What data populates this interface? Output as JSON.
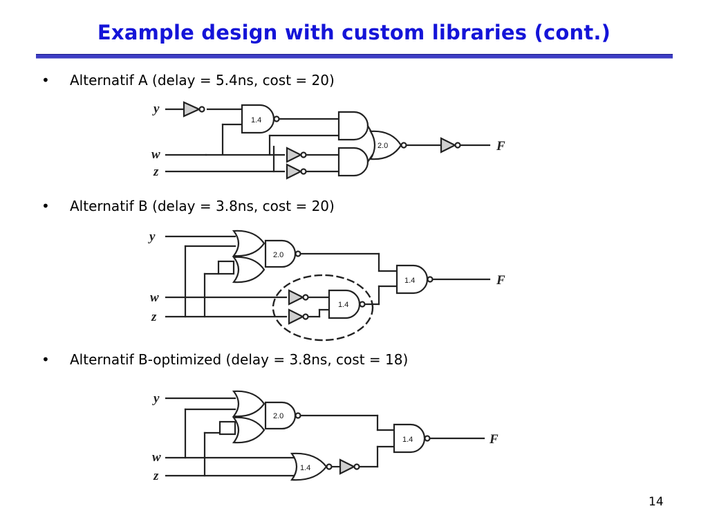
{
  "slide": {
    "title": "Example design with custom libraries (cont.)",
    "bullet_glyph": "•",
    "bullets": [
      {
        "text": "Alternatif A (delay = 5.4ns, cost = 20)"
      },
      {
        "text": "Alternatif B (delay = 3.8ns, cost = 20)"
      },
      {
        "text": "Alternatif B-optimized (delay = 3.8ns, cost = 18)"
      }
    ],
    "page_number": "14"
  },
  "circuits": {
    "labels": {
      "y": "y",
      "w": "w",
      "z": "z",
      "f": "F"
    },
    "a": {
      "nand_delay": "1.4",
      "oai_delay": "2.0"
    },
    "b": {
      "oai_delay": "2.0",
      "nand_delay": "1.4",
      "out_nand_delay": "1.4"
    },
    "c": {
      "oai_delay": "2.0",
      "nor_delay": "1.4",
      "out_nand_delay": "1.4"
    }
  },
  "colors": {
    "title": "#1414d8",
    "rule": "#3d3dc4",
    "wire": "#222222"
  }
}
